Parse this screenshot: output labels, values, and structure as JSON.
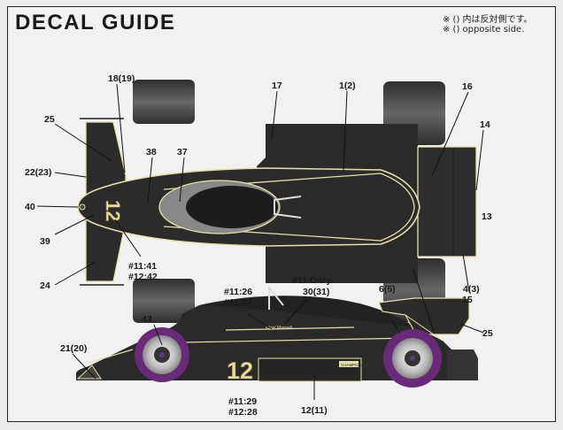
{
  "header": {
    "title": "DECAL GUIDE",
    "note_jp": "※ () 内は反対側です。",
    "note_en": "※ () opposite side."
  },
  "colors": {
    "body": "#2b2b2b",
    "pinstripe": "#e8e0a8",
    "tyre_side": "#6a2a7a",
    "number_gold": "#e9dfa0"
  },
  "top_view": {
    "car_number": "12",
    "labels": {
      "l18": "18(19)",
      "l25a": "25",
      "l22": "22(23)",
      "l40": "40",
      "l39": "39",
      "l24": "24",
      "l38": "38",
      "l37": "37",
      "l41a": "#11:41",
      "l41b": "#12:42",
      "l17": "17",
      "l1": "1(2)",
      "l16": "16",
      "l14": "14",
      "l13": "13",
      "l15": "15"
    }
  },
  "side_view": {
    "car_number": "12",
    "driver_name": "Nigel Mansell",
    "sponsor": "CHAMPION",
    "labels": {
      "l26a": "#11:26",
      "l26b": "#12:27",
      "l30a": "#11 Onry.",
      "l30b": "30(31)",
      "l6": "6(5)",
      "l4": "4(3)",
      "l25b": "25",
      "l43": "43",
      "l21": "21(20)",
      "l29a": "#11:29",
      "l29b": "#12:28",
      "l12": "12(11)"
    }
  }
}
